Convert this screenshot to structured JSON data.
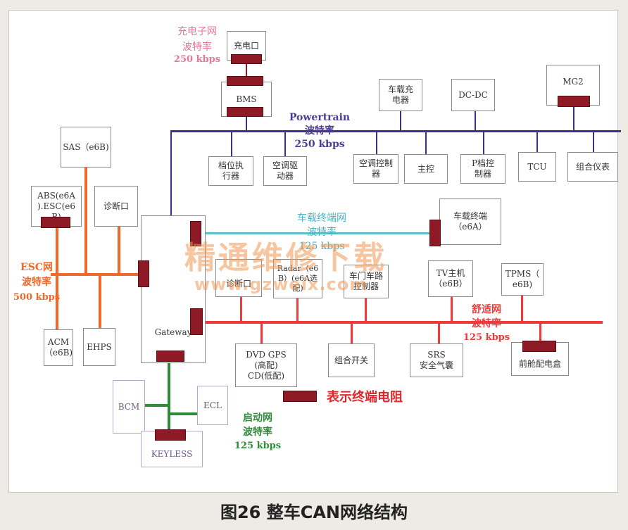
{
  "caption": "图26 整车CAN网络结构",
  "legend": {
    "label": "表示终端电阻",
    "color": "#8e1a26"
  },
  "watermark": {
    "line1": "精通维修下载",
    "line2": "www.gzweix.com"
  },
  "colors": {
    "powertrain": "#3b3185",
    "infotainment": "#5cc0c6",
    "esc": "#f0692a",
    "comfort": "#ee3a3a",
    "start": "#2f8a3a"
  },
  "networks": {
    "charging": {
      "line1": "充电子网",
      "line2": "波特率",
      "line3": "250 kbps"
    },
    "powertrain": {
      "line1": "Powertrain",
      "line2": "波特率",
      "line3": "250 kbps"
    },
    "infotainment": {
      "line1": "车载终端网",
      "line2": "波特率",
      "line3": "125 kbps"
    },
    "esc": {
      "line1": "ESC网",
      "line2": "波特率",
      "line3": "500 kbps"
    },
    "comfort": {
      "line1": "舒适网",
      "line2": "波特率",
      "line3": "125 kbps"
    },
    "start": {
      "line1": "启动网",
      "line2": "波特率",
      "line3": "125 kbps"
    }
  },
  "nodes": {
    "charge_port": "充电口",
    "bms": "BMS",
    "onboard_charger": "车载充\n电器",
    "dcdc": "DC-DC",
    "mg2": "MG2",
    "gear_actuator": "档位执\n行器",
    "ac_drive": "空调驱\n动器",
    "ac_controller": "空调控制\n器",
    "main_control": "主控",
    "p_controller": "P档控\n制器",
    "tcu": "TCU",
    "cluster": "组合仪表",
    "sas": "SAS（e6B)",
    "abs": "ABS(e6A\n).ESC(e6\nB)",
    "diag_left": "诊断口",
    "gateway": "Gateway",
    "terminal": "车载终端\n（e6A）",
    "diag_mid": "诊断口",
    "radar": "Radar（e6\nB）(e6A选\n配)",
    "door_lock": "车门车路\n控制器",
    "tv_host": "TV主机\n（e6B）",
    "tpms": "TPMS（\ne6B)",
    "acm": "ACM\n（e6B)",
    "ehps": "EHPS",
    "dvd": "DVD GPS\n(高配)\nCD(低配)",
    "combo_switch": "组合开关",
    "srs": "SRS\n安全气囊",
    "fuse_box": "前舱配电盒",
    "bcm": "BCM",
    "ecl": "ECL",
    "keyless": "KEYLESS"
  }
}
